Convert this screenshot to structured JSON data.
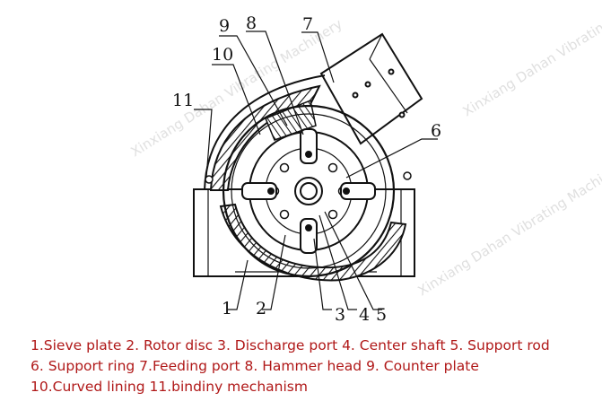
{
  "diagram": {
    "callouts": [
      "1",
      "2",
      "3",
      "4",
      "5",
      "6",
      "7",
      "8",
      "9",
      "10",
      "11"
    ],
    "watermark": "Xinxiang Dahan Vibrating Machinery"
  },
  "legend": {
    "line1": "1.Sieve plate 2. Rotor disc 3. Discharge port 4. Center shaft 5. Support rod",
    "line2": "6. Support ring 7.Feeding port 8. Hammer head 9. Counter plate",
    "line3": "10.Curved lining  11.bindiny mechanism"
  },
  "colors": {
    "legend_text": "#b01818",
    "drawing": "#111111"
  }
}
